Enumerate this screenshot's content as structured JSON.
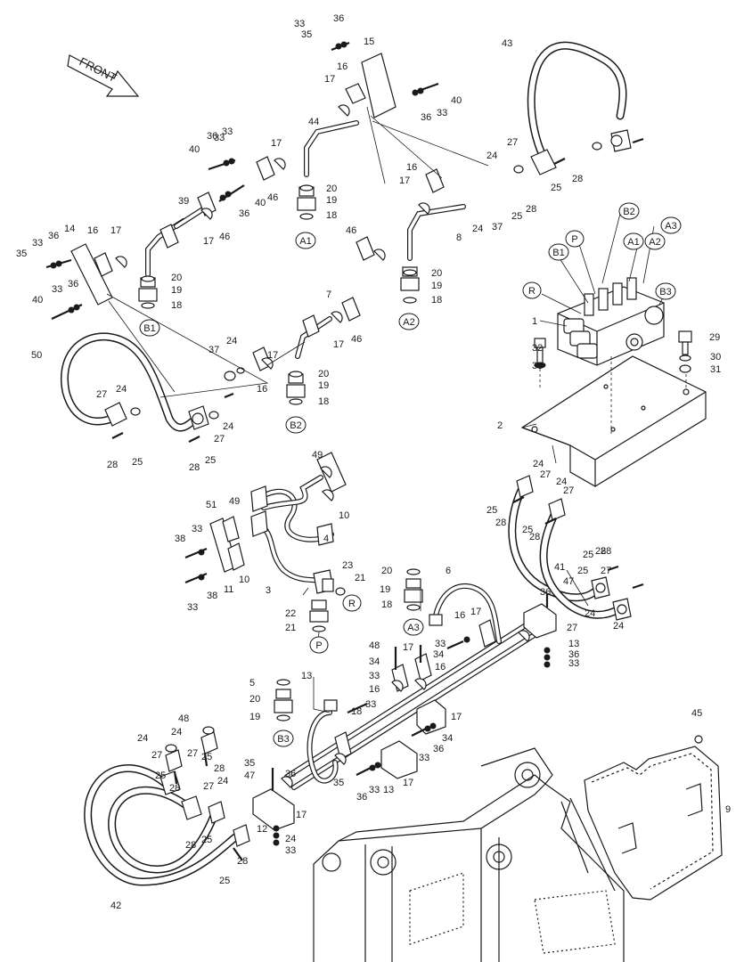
{
  "front_label": "FRONT",
  "callouts": [
    "A1",
    "A2",
    "B1",
    "B2",
    "B3",
    "A3",
    "R",
    "P",
    "B2",
    "P",
    "A1",
    "A2",
    "A3",
    "B1",
    "R",
    "B3"
  ],
  "labels": [
    "33",
    "36",
    "35",
    "15",
    "16",
    "17",
    "43",
    "40",
    "36",
    "33",
    "44",
    "36",
    "33",
    "40",
    "17",
    "46",
    "40",
    "36",
    "33",
    "39",
    "17",
    "46",
    "20",
    "19",
    "18",
    "27",
    "24",
    "25",
    "28",
    "16",
    "17",
    "8",
    "24",
    "37",
    "25",
    "28",
    "20",
    "19",
    "18",
    "46",
    "14",
    "16",
    "17",
    "35",
    "33",
    "36",
    "40",
    "33",
    "36",
    "20",
    "19",
    "18",
    "7",
    "17",
    "46",
    "50",
    "37",
    "24",
    "16",
    "17",
    "20",
    "19",
    "18",
    "27",
    "24",
    "25",
    "28",
    "27",
    "24",
    "28",
    "25",
    "1",
    "32",
    "33",
    "29",
    "30",
    "31",
    "2",
    "49",
    "10",
    "4",
    "51",
    "49",
    "38",
    "33",
    "10",
    "11",
    "38",
    "33",
    "3",
    "23",
    "21",
    "22",
    "21",
    "20",
    "19",
    "18",
    "6",
    "16",
    "17",
    "24",
    "27",
    "24",
    "27",
    "25",
    "28",
    "25",
    "28",
    "41",
    "25",
    "28",
    "27",
    "25",
    "28",
    "47",
    "36",
    "24",
    "24",
    "27",
    "13",
    "36",
    "33",
    "48",
    "34",
    "33",
    "34",
    "33",
    "16",
    "17",
    "16",
    "17",
    "13",
    "5",
    "20",
    "19",
    "18",
    "33",
    "34",
    "36",
    "33",
    "35",
    "17",
    "13",
    "33",
    "36",
    "35",
    "47",
    "36",
    "17",
    "12",
    "24",
    "33",
    "48",
    "24",
    "27",
    "25",
    "28",
    "24",
    "27",
    "25",
    "28",
    "27",
    "24",
    "28",
    "25",
    "28",
    "25",
    "42",
    "45",
    "9"
  ]
}
